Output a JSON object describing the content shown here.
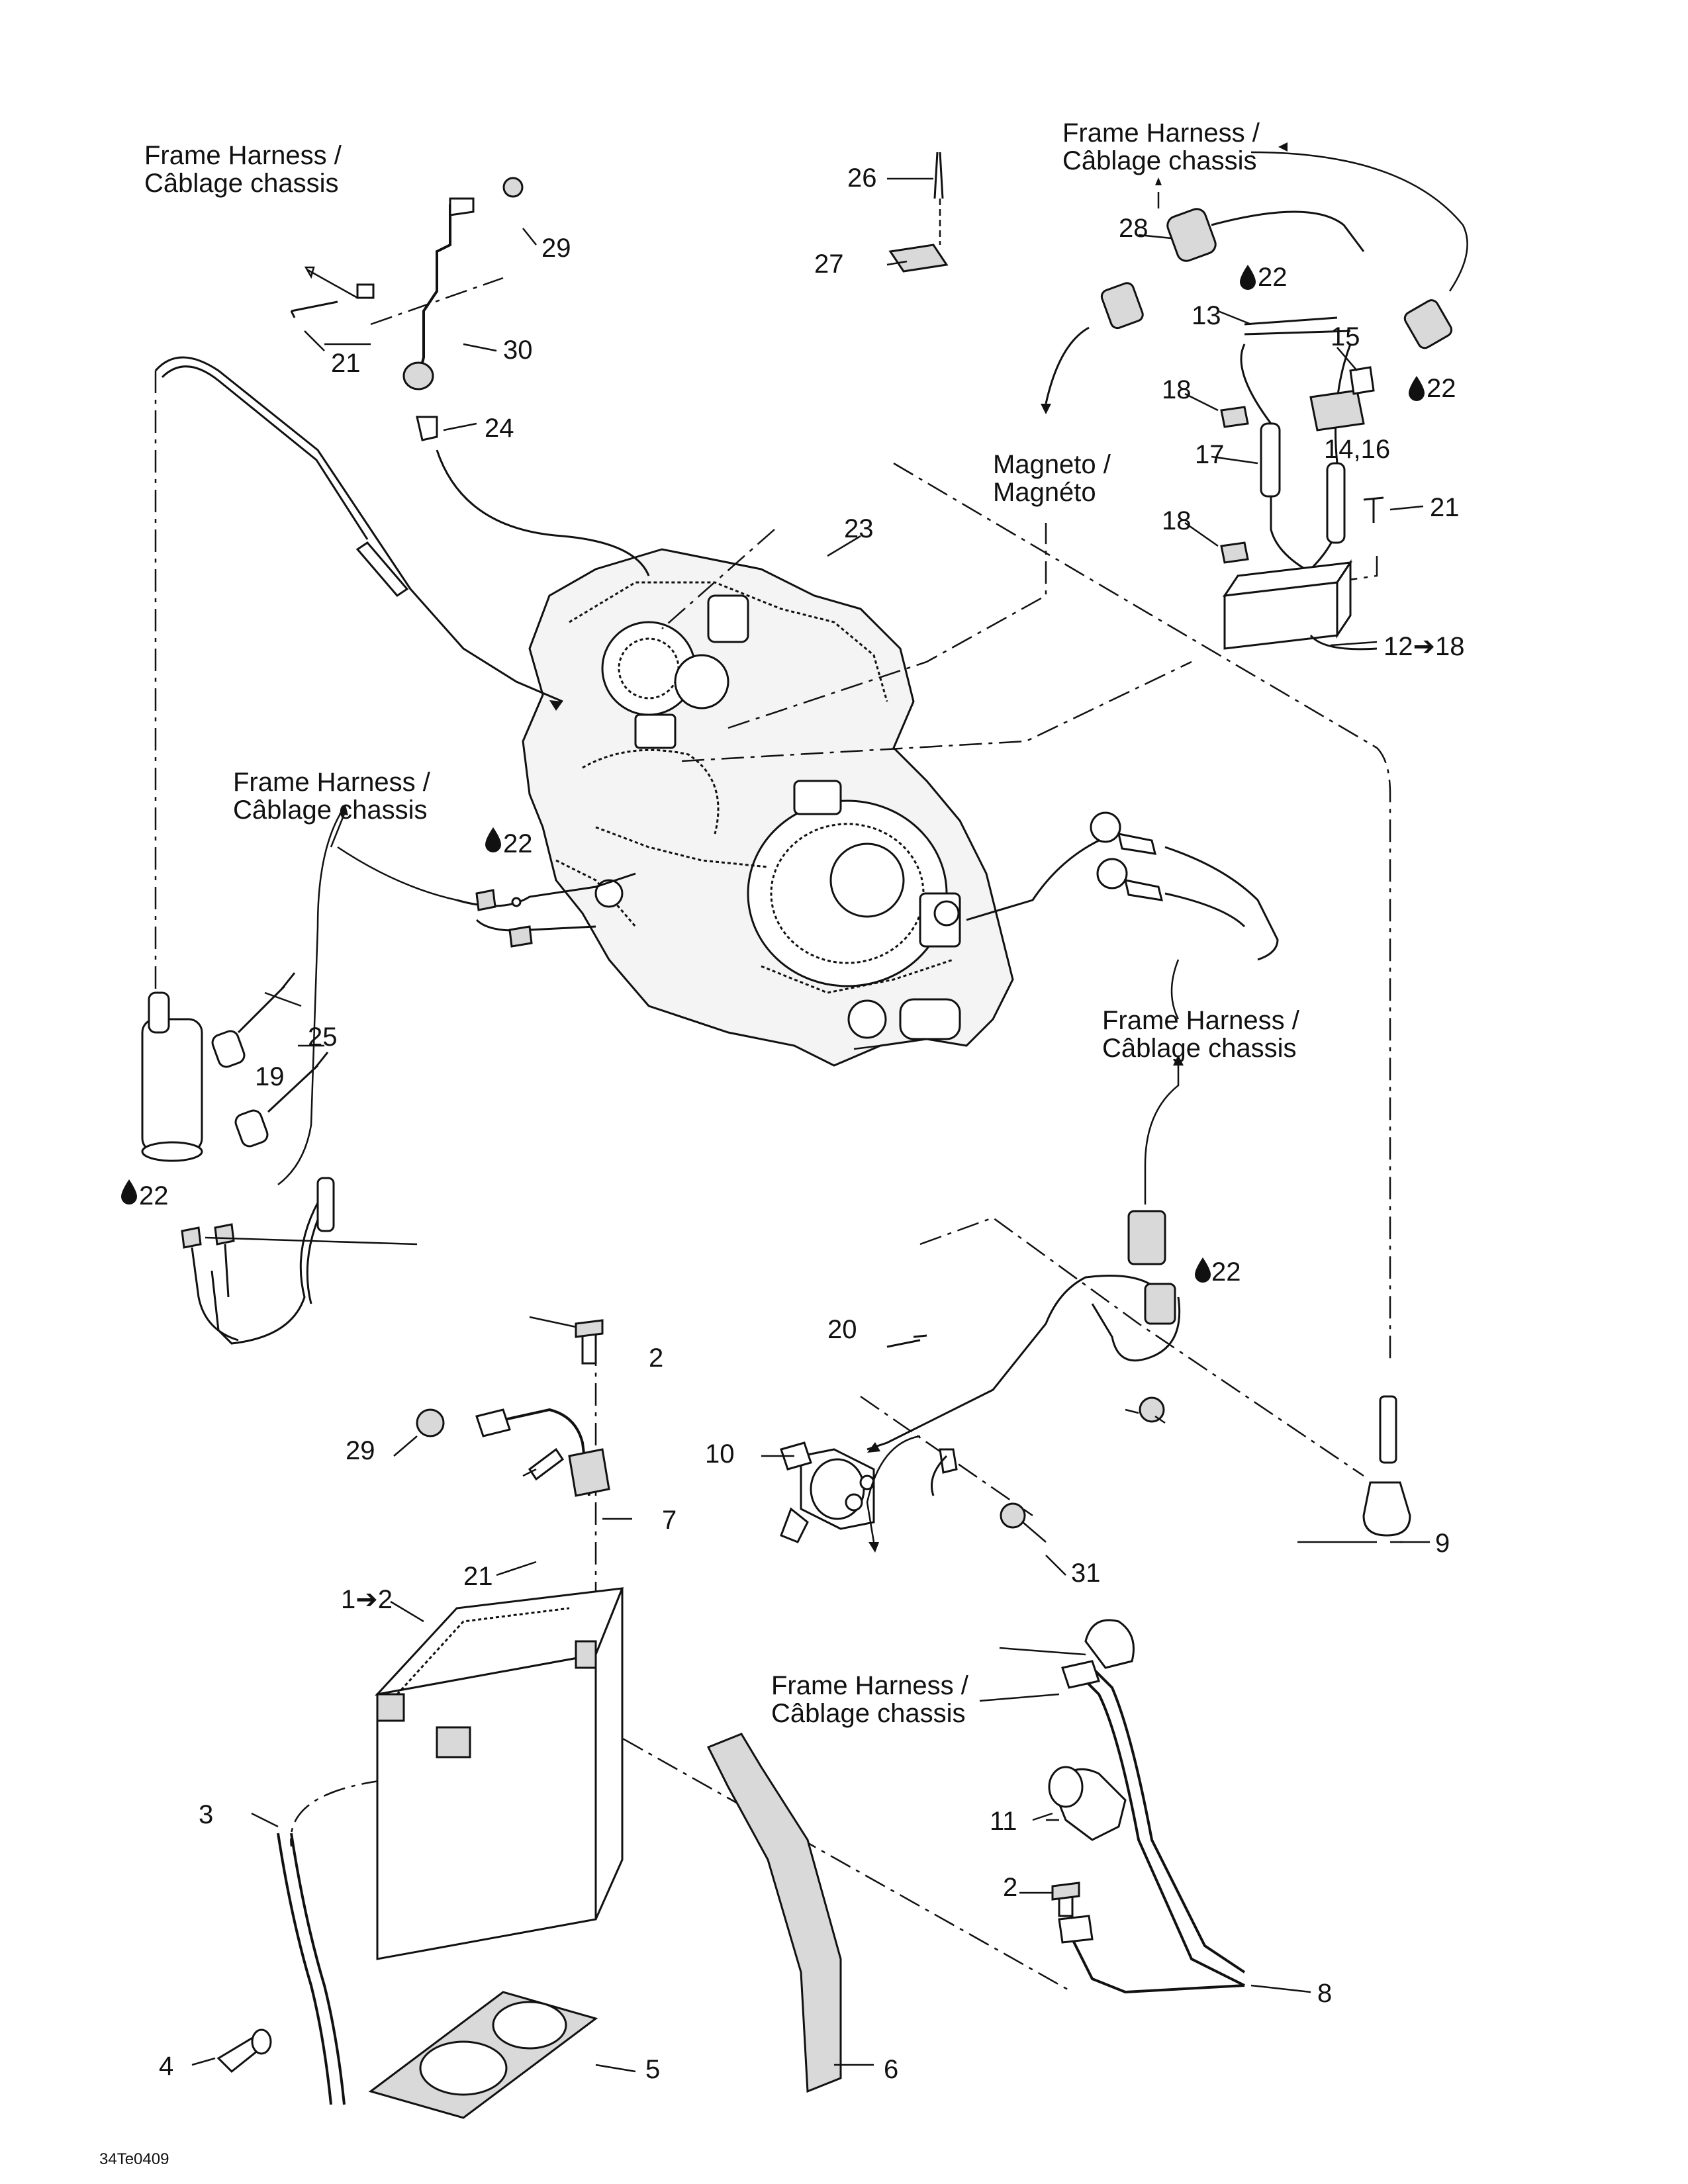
{
  "harness_labels": {
    "top_left": [
      "Frame Harness /",
      "Câblage chassis"
    ],
    "top_right": [
      "Frame Harness /",
      "Câblage chassis"
    ],
    "mid_left": [
      "Frame Harness /",
      "Câblage chassis"
    ],
    "mid_right": [
      "Frame Harness /",
      "Câblage chassis"
    ],
    "bottom_center": [
      "Frame Harness /",
      "Câblage chassis"
    ],
    "magneto": [
      "Magneto /",
      "Magnéto"
    ]
  },
  "callouts": {
    "c1": "1➔2",
    "c2a": "2",
    "c2b": "2",
    "c3": "3",
    "c4": "4",
    "c5": "5",
    "c6": "6",
    "c7": "7",
    "c8": "8",
    "c9": "9",
    "c10": "10",
    "c11": "11",
    "c12": "12➔18",
    "c13": "13",
    "c14": "14,16",
    "c15": "15",
    "c17": "17",
    "c18a": "18",
    "c18b": "18",
    "c19": "19",
    "c20": "20",
    "c21a": "21",
    "c21b": "21",
    "c21c": "21",
    "c22a": "22",
    "c22b": "22",
    "c22c": "22",
    "c22d": "22",
    "c22e": "22",
    "c23": "23",
    "c24": "24",
    "c25": "25",
    "c26": "26",
    "c27": "27",
    "c28": "28",
    "c29a": "29",
    "c29b": "29",
    "c30": "30",
    "c31": "31"
  },
  "reference_code": "34Te0409"
}
